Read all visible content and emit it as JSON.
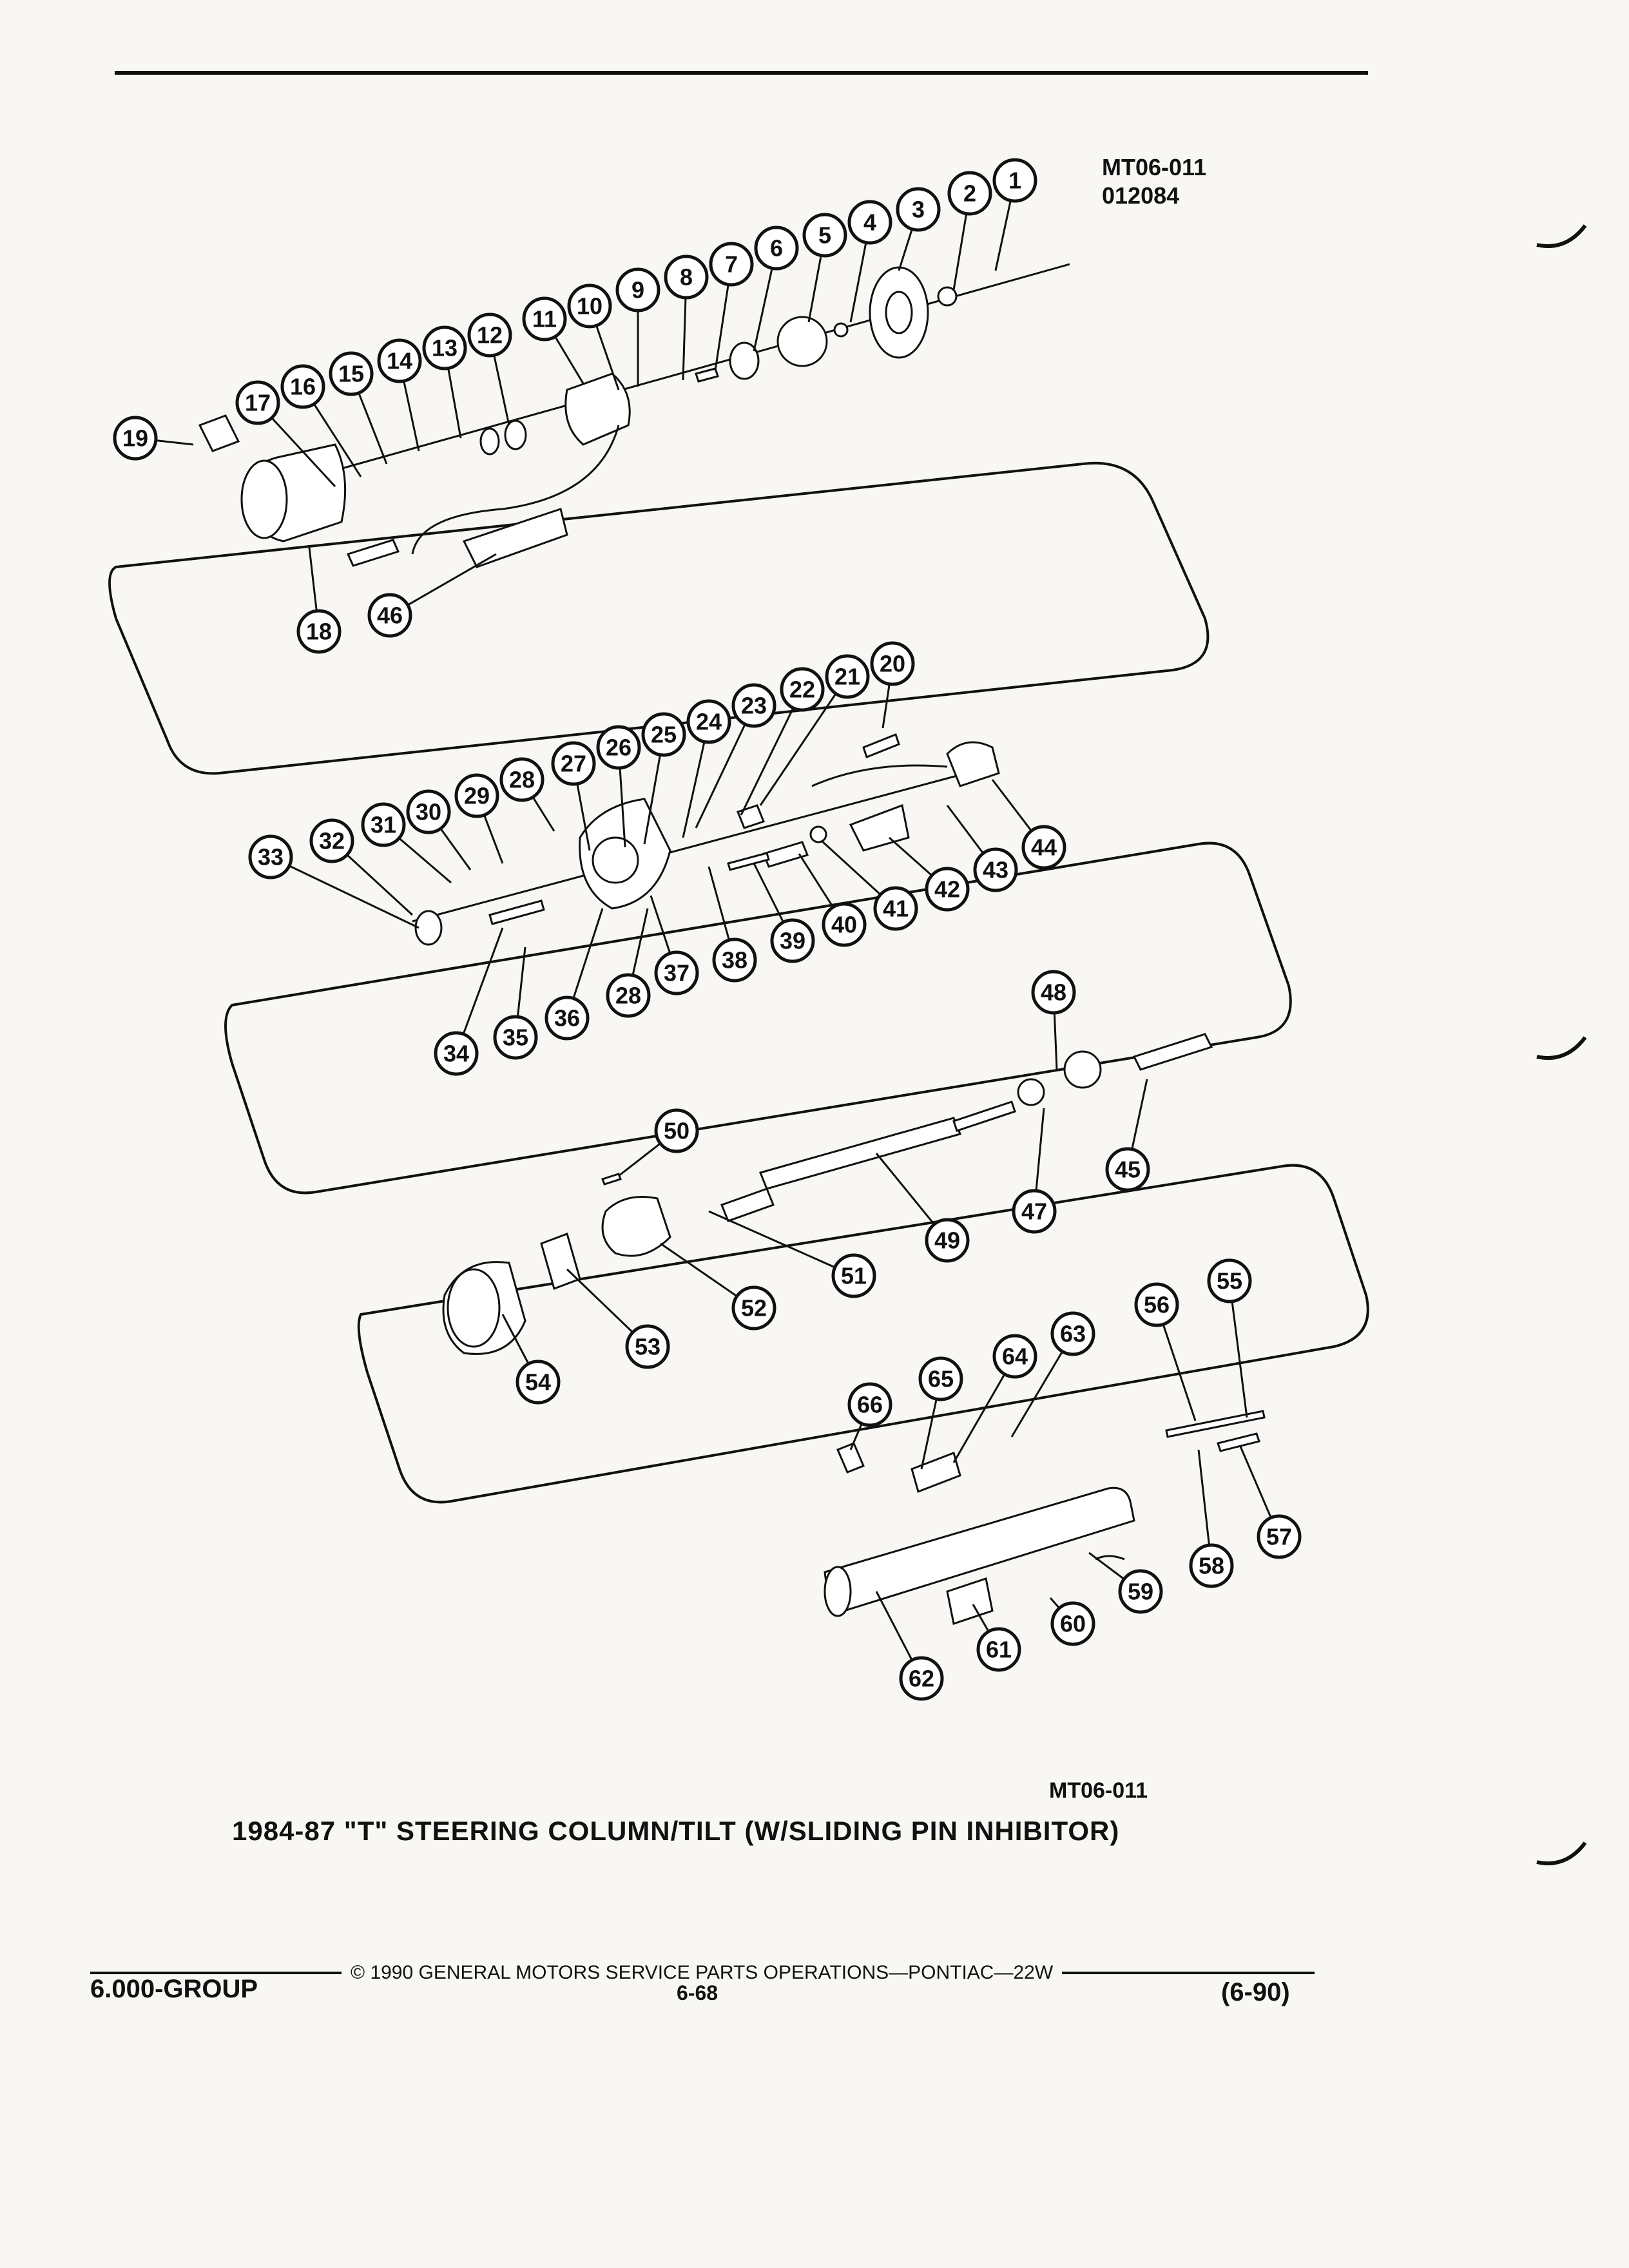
{
  "header": {
    "ref_code": "MT06-011",
    "ref_date": "012084"
  },
  "diagram": {
    "callouts": [
      "1",
      "2",
      "3",
      "4",
      "5",
      "6",
      "7",
      "8",
      "9",
      "10",
      "11",
      "12",
      "13",
      "14",
      "15",
      "16",
      "17",
      "18",
      "19",
      "20",
      "21",
      "22",
      "23",
      "24",
      "25",
      "26",
      "27",
      "28",
      "28",
      "29",
      "30",
      "31",
      "32",
      "33",
      "34",
      "35",
      "36",
      "37",
      "38",
      "39",
      "40",
      "41",
      "42",
      "43",
      "44",
      "45",
      "46",
      "47",
      "48",
      "49",
      "50",
      "51",
      "52",
      "53",
      "54",
      "55",
      "56",
      "57",
      "58",
      "59",
      "60",
      "61",
      "62",
      "63",
      "64",
      "65",
      "66"
    ]
  },
  "caption": {
    "figure_id": "MT06-011",
    "title": "1984-87 \"T\" STEERING COLUMN/TILT (W/SLIDING PIN INHIBITOR)"
  },
  "footer": {
    "copyright": "© 1990 GENERAL MOTORS SERVICE PARTS OPERATIONS—PONTIAC—22W",
    "group": "6.000-GROUP",
    "page": "6-68",
    "date": "(6-90)"
  }
}
